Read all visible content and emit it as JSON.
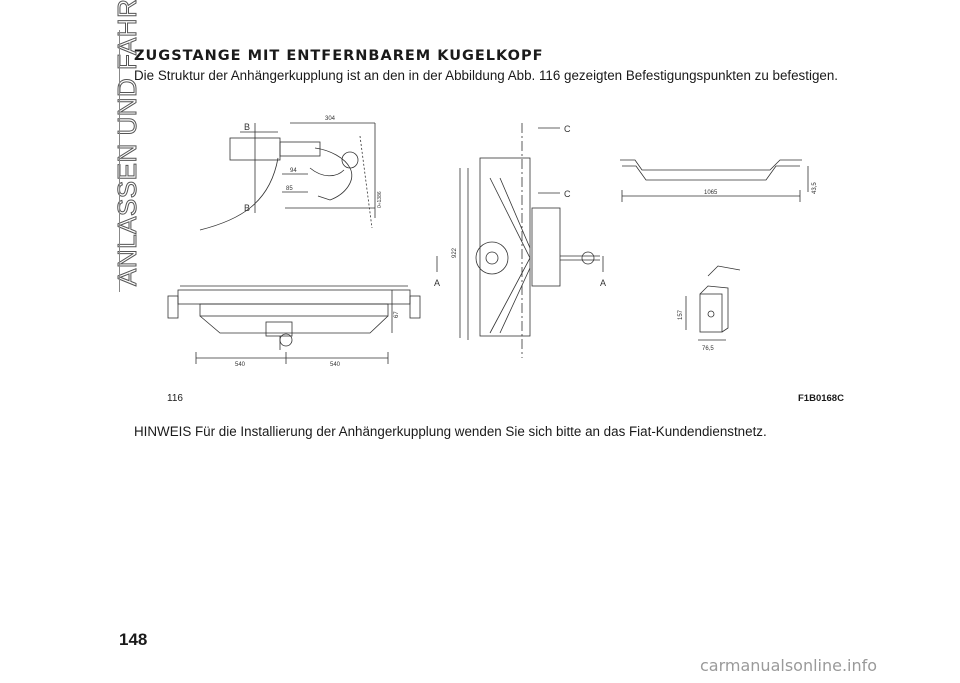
{
  "side_title": "ANLASSEN UND FAHRT",
  "heading": "ZUGSTANGE MIT ENTFERNBAREM KUGELKOPF",
  "intro": "Die Struktur der Anhängerkupplung ist an den in der Abbildung Abb. 116 gezeigten Befestigungspunkten zu befestigen.",
  "figure": {
    "number": "116",
    "code": "F1B0168C",
    "labels": {
      "b": "B",
      "c": "C",
      "a": "A",
      "dim_304": "304",
      "dim_94": "94",
      "dim_85": "85",
      "dim_ground": "0÷1386",
      "dim_67": "67",
      "dim_540a": "540",
      "dim_540b": "540",
      "dim_922": "922",
      "dim_1065": "1065",
      "dim_43": "43,5",
      "dim_157": "157",
      "dim_76": "76,5"
    }
  },
  "note": "HINWEIS Für die Installierung der Anhängerkupplung wenden Sie sich bitte an das Fiat-Kundendienstnetz.",
  "page_number": "148",
  "watermark": "carmanualsonline.info"
}
